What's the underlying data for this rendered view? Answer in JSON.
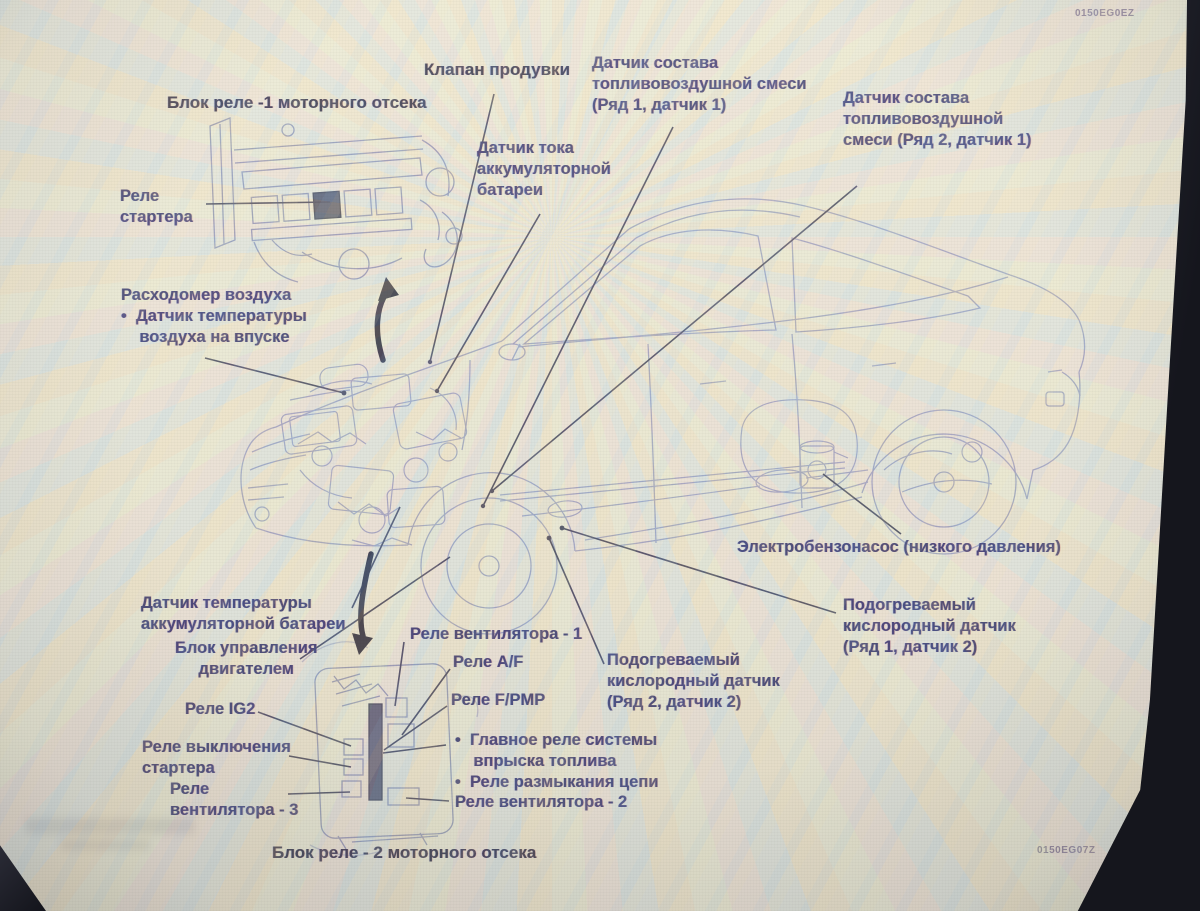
{
  "codes": {
    "top_right": "0150EG0EZ",
    "bottom_right": "0150EG07Z"
  },
  "labels": {
    "relay_block_1_title": "Блок реле -1 моторного отсека",
    "purge_valve": "Клапан продувки",
    "afr_sensor_bank1": "Датчик состава\nтопливовоздушной смеси\n(Ряд 1, датчик 1)",
    "afr_sensor_bank2": "Датчик состава\nтопливовоздушной\nсмеси (Ряд 2, датчик 1)",
    "battery_current_sensor": "Датчик тока\nаккумуляторной\nбатареи",
    "starter_relay": "Реле\nстартера",
    "maf_sensor": "Расходомер воздуха\n•  Датчик температуры\n    воздуха на впуске",
    "fuel_pump": "Электробензонасос (низкого давления)",
    "o2_sensor_bank1": "Подогреваемый\nкислородный датчик\n(Ряд 1, датчик 2)",
    "o2_sensor_bank2": "Подогреваемый\nкислородный датчик\n(Ряд 2, датчик 2)",
    "battery_temp_sensor": "Датчик температуры\nаккумуляторной батареи",
    "ecu": "Блок управления\nдвигателем",
    "fan_relay_1": "Реле вентилятора - 1",
    "relay_af": "Реле A/F",
    "relay_fpmp": "Реле F/PMP",
    "relay_ig2": "Реле IG2",
    "starter_cutoff_relay": "Реле выключения\nстартера",
    "fan_relay_3": "Реле\nвентилятора - 3",
    "main_injection_relay": "•  Главное реле системы\n    впрыска топлива\n•  Реле размыкания цепи",
    "fan_relay_2": "Реле вентилятора - 2",
    "relay_block_2_title": "Блок реле - 2 моторного отсека"
  },
  "colors": {
    "label_text": "#2d2d6a",
    "line_art": "#9aa0bf",
    "leader_line": "#3d3f5a",
    "paper": "#eae7d8",
    "bezel_dark": "#15161d"
  }
}
